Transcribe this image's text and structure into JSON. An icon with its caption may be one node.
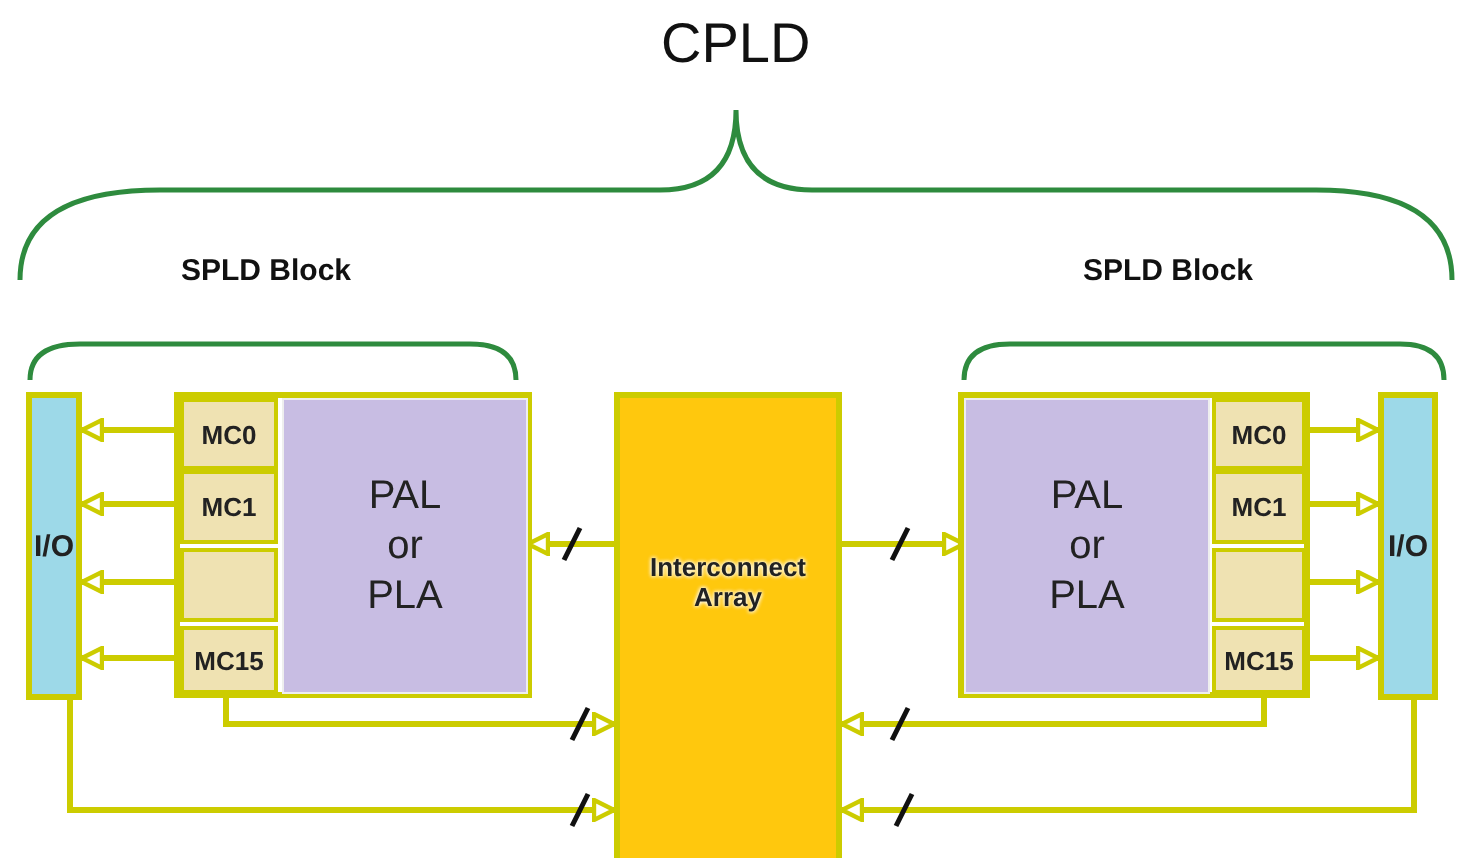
{
  "diagram": {
    "nodes": [
      {
        "text": [
          "I/O"
        ]
      },
      {
        "text": [],
        "shape": "box"
      },
      {
        "text": [
          "MC0"
        ],
        "in": 1
      },
      {
        "text": [
          "MC1"
        ],
        "in": 1
      },
      {
        "text": [],
        "shape": "box",
        "in": 1
      },
      {
        "text": [
          "MC15"
        ],
        "in": 1
      },
      {
        "text": [
          "PAL or PLA"
        ],
        "in": 1
      },
      {
        "text": [
          "Interconnect Array"
        ]
      },
      {
        "text": [],
        "shape": "box"
      },
      {
        "text": [
          "PAL or PLA"
        ],
        "in": 8
      },
      {
        "text": [
          "MC0"
        ],
        "in": 8
      },
      {
        "text": [
          "MC1"
        ],
        "in": 8
      },
      {
        "text": [],
        "shape": "box",
        "in": 8
      },
      {
        "text": [
          "MC15"
        ],
        "in": 8
      },
      {
        "text": [
          "I/O"
        ]
      }
    ],
    "edges": [
      {
        "from": 2,
        "to": 0,
        "arrow": "to"
      },
      {
        "from": 3,
        "to": 0,
        "arrow": "to"
      },
      {
        "from": 4,
        "to": 0,
        "arrow": "to"
      },
      {
        "from": 5,
        "to": 0,
        "arrow": "to"
      },
      {
        "from": 7,
        "to": 6,
        "arrow": "to"
      },
      {
        "from": 5,
        "to": 7,
        "arrow": "to"
      },
      {
        "from": 0,
        "to": 7,
        "arrow": "to"
      },
      {
        "from": 7,
        "to": 9,
        "arrow": "to"
      },
      {
        "from": 10,
        "to": 14,
        "arrow": "to"
      },
      {
        "from": 11,
        "to": 14,
        "arrow": "to"
      },
      {
        "from": 12,
        "to": 14,
        "arrow": "to"
      },
      {
        "from": 13,
        "to": 14,
        "arrow": "to"
      },
      {
        "from": 13,
        "to": 7,
        "arrow": "to"
      },
      {
        "from": 14,
        "to": 7,
        "arrow": "to"
      }
    ],
    "labels": [
      "CPLD",
      "SPLD Block",
      "SPLD Block"
    ]
  }
}
